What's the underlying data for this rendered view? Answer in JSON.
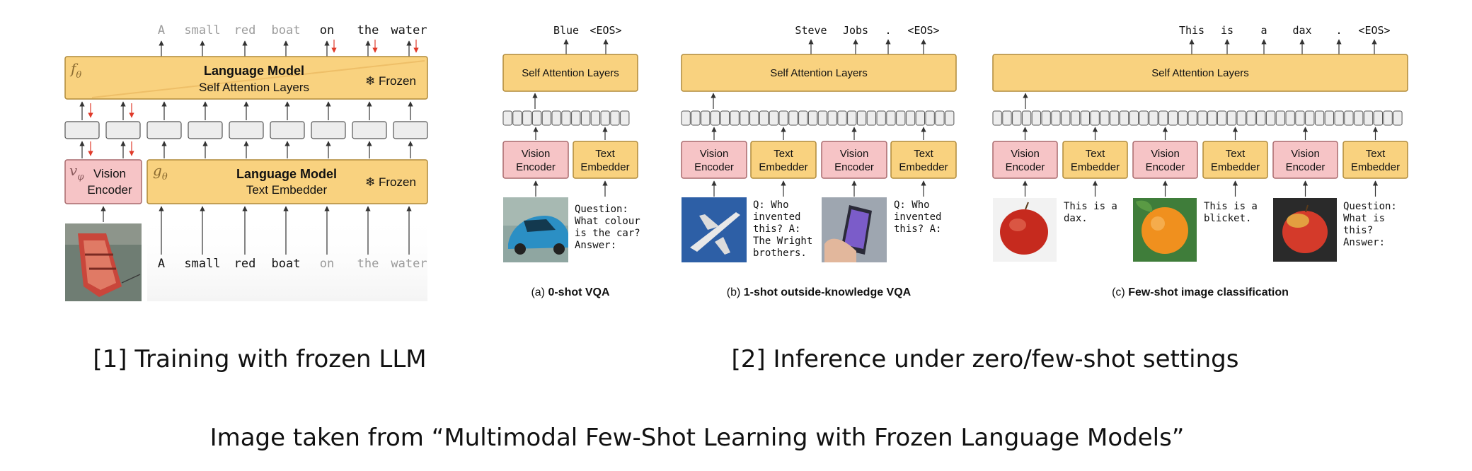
{
  "colors": {
    "yellow_fill": "#f9d27f",
    "yellow_stroke": "#b08a3a",
    "pink_fill": "#f6c4c6",
    "pink_stroke": "#a86a6d",
    "grey_fill": "#ededed",
    "grey_stroke": "#555555",
    "red_arrow": "#e03a2a",
    "dim_text": "#9a9a9a"
  },
  "training": {
    "output_tokens": [
      {
        "text": "A",
        "dim": true
      },
      {
        "text": "small",
        "dim": true
      },
      {
        "text": "red",
        "dim": true
      },
      {
        "text": "boat",
        "dim": true
      },
      {
        "text": "on",
        "dim": false
      },
      {
        "text": "the",
        "dim": false
      },
      {
        "text": "water",
        "dim": false
      }
    ],
    "input_tokens": [
      {
        "text": "A",
        "dim": false
      },
      {
        "text": "small",
        "dim": false
      },
      {
        "text": "red",
        "dim": false
      },
      {
        "text": "boat",
        "dim": false
      },
      {
        "text": "on",
        "dim": true
      },
      {
        "text": "the",
        "dim": true
      },
      {
        "text": "water",
        "dim": true
      }
    ],
    "lm_top": {
      "symbol": "f",
      "subscript": "θ",
      "title": "Language Model",
      "subtitle": "Self Attention Layers",
      "badge": "❄ Frozen"
    },
    "vision": {
      "symbol": "v",
      "subscript": "φ",
      "line1": "Vision",
      "line2": "Encoder"
    },
    "embedder": {
      "symbol": "g",
      "subscript": "θ",
      "title": "Language Model",
      "subtitle": "Text Embedder",
      "badge": "❄ Frozen"
    },
    "image": "red-boat-photo"
  },
  "panel_a": {
    "outputs": [
      "Blue",
      "<EOS>"
    ],
    "attention_label": "Self Attention Layers",
    "vision_label": [
      "Vision",
      "Encoder"
    ],
    "text_label": [
      "Text",
      "Embedder"
    ],
    "image": "blue-car-photo",
    "text_lines": [
      "Question:",
      "What colour",
      "is the car?",
      "Answer:"
    ],
    "caption_prefix": "(a) ",
    "caption_bold": "0-shot VQA"
  },
  "panel_b": {
    "outputs": [
      "Steve",
      "Jobs",
      ".",
      "<EOS>"
    ],
    "attention_label": "Self Attention Layers",
    "vision_label": [
      "Vision",
      "Encoder"
    ],
    "text_label": [
      "Text",
      "Embedder"
    ],
    "image1": "airplane-photo",
    "text1_lines": [
      "Q: Who",
      "invented",
      "this? A:",
      "The Wright",
      "brothers."
    ],
    "image2": "smartphone-photo",
    "text2_lines": [
      "Q: Who",
      "invented",
      "this? A:"
    ],
    "caption_prefix": "(b) ",
    "caption_bold": "1-shot outside-knowledge VQA"
  },
  "panel_c": {
    "outputs": [
      "This",
      "is",
      "a",
      "dax",
      ".",
      "<EOS>"
    ],
    "attention_label": "Self Attention Layers",
    "vision_label": [
      "Vision",
      "Encoder"
    ],
    "text_label": [
      "Text",
      "Embedder"
    ],
    "image1": "red-apple-photo",
    "text1_lines": [
      "This is a",
      "dax."
    ],
    "image2": "orange-photo",
    "text2_lines": [
      "This is a",
      "blicket."
    ],
    "image3": "apple-photo",
    "text3_lines": [
      "Question:",
      "What is",
      "this?",
      "Answer:"
    ],
    "caption_prefix": "(c) ",
    "caption_bold": "Few-shot image classification"
  },
  "labels": {
    "training": "[1] Training with frozen LLM",
    "inference": "[2] Inference under zero/few-shot settings",
    "source": "Image taken from “Multimodal Few-Shot Learning with Frozen Language Models”"
  }
}
